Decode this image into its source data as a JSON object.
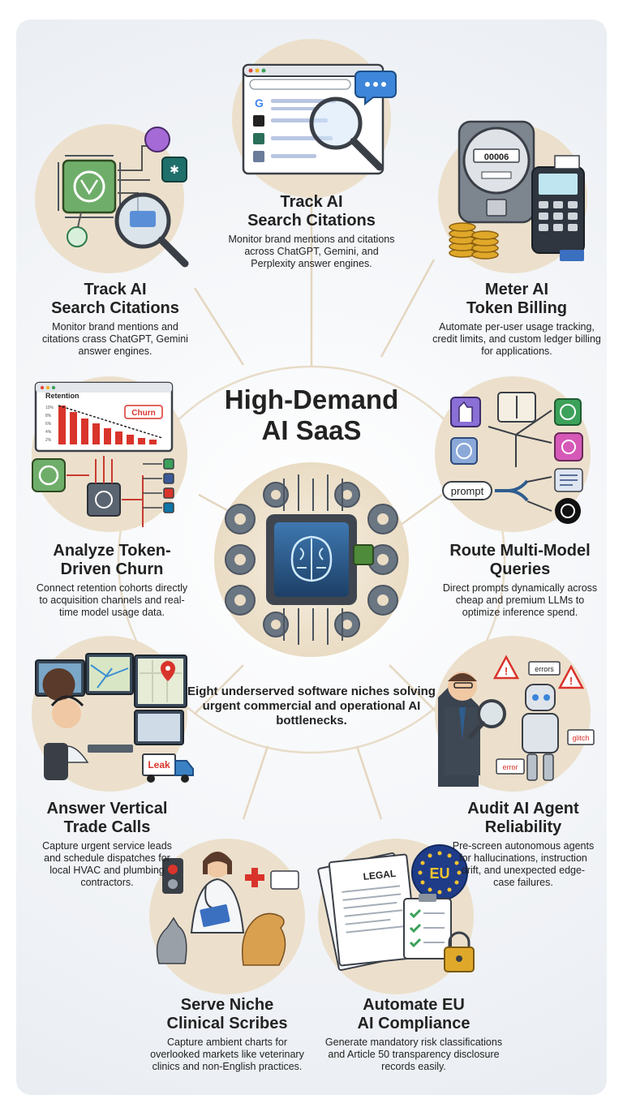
{
  "hub": {
    "title_line1": "High-Demand",
    "title_line2": "AI SaaS",
    "subtitle": "Eight underserved software niches solving urgent commercial and operational AI bottlenecks."
  },
  "niches": [
    {
      "id": "search-citations-top",
      "title_line1": "Track AI",
      "title_line2": "Search Citations",
      "description": "Monitor brand mentions and citations across ChatGPT, Gemini, and Perplexity answer engines.",
      "icon": "browser-magnifier-icon"
    },
    {
      "id": "search-citations-left",
      "title_line1": "Track AI",
      "title_line2": "Search Citations",
      "description": "Monitor brand mentions and citations crass ChatGPT, Gemini answer engines.",
      "icon": "chip-network-icon"
    },
    {
      "id": "token-billing",
      "title_line1": "Meter AI",
      "title_line2": "Token Billing",
      "description": "Automate per-user usage tracking, credit limits, and custom ledger billing for applications.",
      "icon": "meter-terminal-icon",
      "meter_reading": "00006"
    },
    {
      "id": "token-churn",
      "title_line1": "Analyze Token-",
      "title_line2": "Driven Churn",
      "description": "Connect retention cohorts directly to acquisition channels and real-time model usage data.",
      "icon": "retention-chart-icon",
      "chart_title": "Retention",
      "chart_badge": "Churn",
      "chart_ticks": [
        "10%",
        "8%",
        "6%",
        "4%",
        "2%"
      ]
    },
    {
      "id": "multi-model",
      "title_line1": "Route Multi-Model",
      "title_line2": "Queries",
      "description": "Direct prompts dynamically across cheap and premium LLMs to optimize inference spend.",
      "icon": "router-icon",
      "prompt_label": "prompt"
    },
    {
      "id": "trade-calls",
      "title_line1": "Answer Vertical",
      "title_line2": "Trade Calls",
      "description": "Capture urgent service leads and schedule dispatches for local HVAC and plumbing contractors.",
      "icon": "dispatcher-icon",
      "truck_label": "Leak"
    },
    {
      "id": "agent-reliability",
      "title_line1": "Audit AI Agent",
      "title_line2": "Reliability",
      "description": "Pre-screen autonomous agents for hallucinations, instruction drift, and unexpected edge-case failures.",
      "icon": "robot-inspector-icon",
      "tags": [
        "errors",
        "glitch",
        "error"
      ]
    },
    {
      "id": "clinical-scribes",
      "title_line1": "Serve Niche",
      "title_line2": "Clinical Scribes",
      "description": "Capture ambient charts for overlooked markets like veterinary clinics and non-English practices.",
      "icon": "veterinarian-icon"
    },
    {
      "id": "eu-compliance",
      "title_line1": "Automate EU",
      "title_line2": "AI Compliance",
      "description": "Generate mandatory risk classifications and Article 50 transparency disclosure records easily.",
      "icon": "legal-document-icon",
      "doc_label": "LEGAL",
      "flag_label": "EU"
    }
  ],
  "colors": {
    "circle_fill": "#ece0cc",
    "card_bg": "#f3f5f8",
    "connector": "#e4d6bf",
    "chip_blue": "#2f5d8e",
    "text": "#222222",
    "accent_red": "#d9342b"
  }
}
